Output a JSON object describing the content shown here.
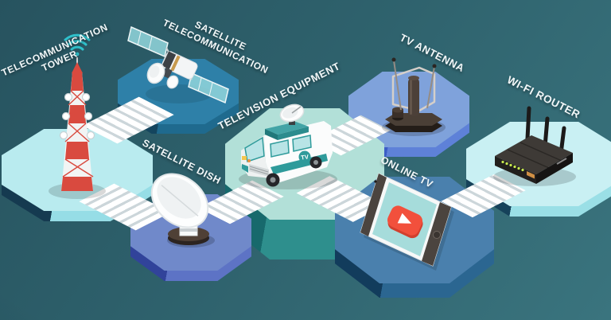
{
  "scene": {
    "description": "Isometric telecommunication infographic with hexagonal platforms connected by white stairs"
  },
  "theme": {
    "bg_top": "#27535f",
    "bg_mid": "#2e616c",
    "bg_bottom": "#3a747e",
    "label": "#f2f7f8",
    "stair_white": "#ffffff",
    "stair_shade": "#ccd6da",
    "face_tower": "#b9ebef",
    "side_tower_dark": "#153a50",
    "side_tower_light": "#96dde6",
    "face_satellite": "#2e80a8",
    "side_satellite_dark": "#14455e",
    "side_satellite_light": "#1f6a8e",
    "face_dish": "#7089ca",
    "side_dish_dark": "#31439a",
    "side_dish_light": "#5d73c5",
    "face_van": "#b2e0d8",
    "side_van_dark": "#17696c",
    "side_van_light": "#2e8f8d",
    "face_antenna": "#7fa2db",
    "side_antenna_dark": "#3b5dc6",
    "side_antenna_light": "#5e81d8",
    "face_onlinetv": "#4a80ad",
    "side_onlinetv_dark": "#123c5c",
    "side_onlinetv_light": "#2b6691",
    "face_wifi": "#c9f0f3",
    "side_wifi_dark": "#16425a",
    "side_wifi_light": "#9adfe6",
    "accent_red": "#d94a3f",
    "wifi_signal": "#2fc1cb",
    "van_teal": "#2f9b9b",
    "play_red": "#f2503c",
    "led_green": "#c7e94f"
  },
  "labels": {
    "telecom_tower_line1": "TELECOMMUNICATION",
    "telecom_tower_line2": "TOWER",
    "satellite_line1": "SATELLITE",
    "satellite_line2": "TELECOMMUNICATION",
    "satellite_dish": "SATELLITE DISH",
    "television_equipment": "TELEVISION EQUIPMENT",
    "tv_antenna": "TV ANTENNA",
    "online_tv": "ONLINE TV",
    "wifi_router": "WI-FI ROUTER",
    "van_logo": "TV"
  },
  "icons": [
    "telecommunication-tower-icon",
    "satellite-icon",
    "satellite-dish-icon",
    "tv-van-icon",
    "tv-antenna-icon",
    "online-tv-tablet-icon",
    "play-button-icon",
    "wifi-router-icon",
    "wifi-signal-icon"
  ]
}
